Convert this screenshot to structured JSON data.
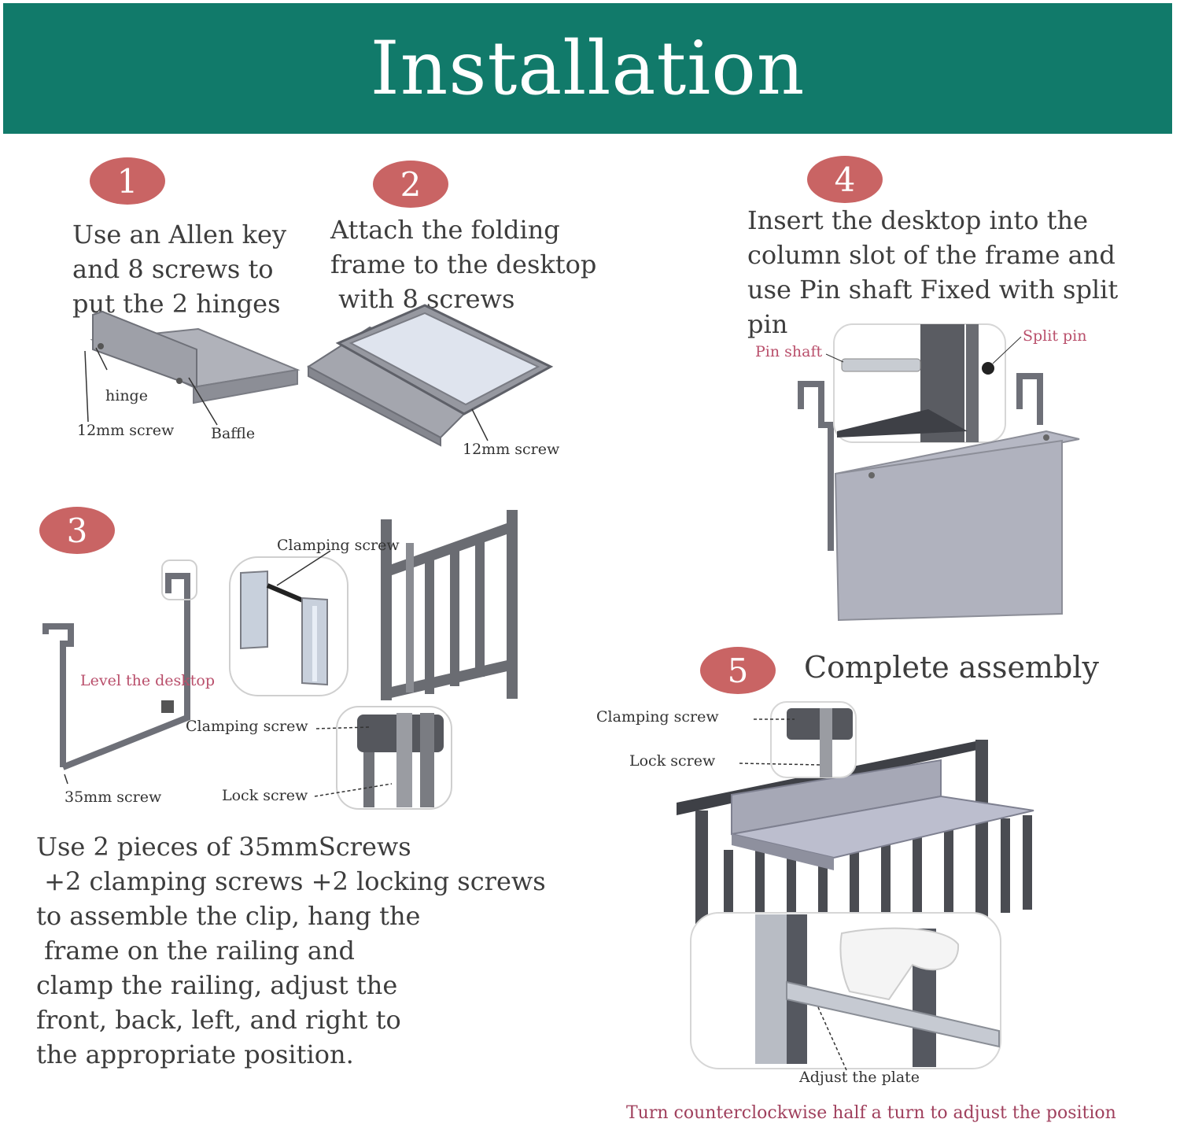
{
  "title": "Installation",
  "colors": {
    "header": "#117a6a",
    "badge": "#c96464",
    "text": "#3d3d3d",
    "pink_label": "#b94f6b"
  },
  "steps": [
    {
      "number": "1",
      "text": "Use an Allen key\nand 8 screws to\nput the 2 hinges",
      "labels": {
        "hinge": "hinge",
        "screw": "12mm screw",
        "baffle": "Baffle"
      }
    },
    {
      "number": "2",
      "text": "Attach the folding\nframe to the desktop\n with 8 screws",
      "labels": {
        "screw": "12mm screw"
      }
    },
    {
      "number": "3",
      "text": "Use 2 pieces of 35mmScrews\n +2 clamping screws +2 locking screws\nto assemble the clip, hang the\n frame on the railing and\nclamp the railing, adjust the\nfront, back, left, and right to\nthe appropriate position.",
      "labels": {
        "clamping_top": "Clamping screw",
        "level": "Level the desktop",
        "clamping_mid": "Clamping screw",
        "screw35": "35mm screw",
        "lock": "Lock screw"
      }
    },
    {
      "number": "4",
      "text": "Insert the desktop into the\ncolumn slot of the frame and\nuse Pin shaft Fixed with split\npin",
      "labels": {
        "pin_shaft": "Pin shaft",
        "split_pin": "Split pin"
      }
    },
    {
      "number": "5",
      "heading": "Complete assembly",
      "labels": {
        "clamping": "Clamping screw",
        "lock": "Lock screw",
        "adjust_plate": "Adjust the plate"
      },
      "note": "Turn counterclockwise half a turn to adjust the position"
    }
  ]
}
